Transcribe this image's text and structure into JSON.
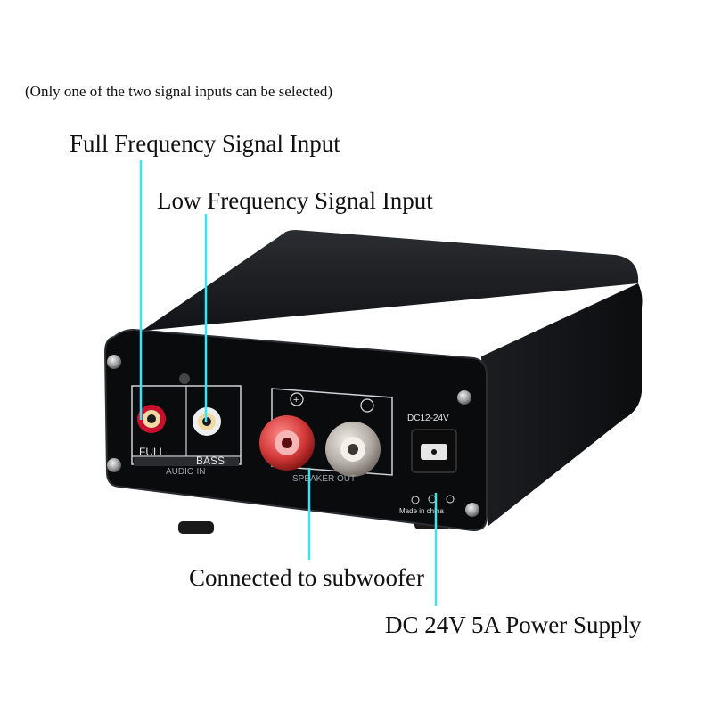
{
  "annotations": {
    "note": "(Only one of the two signal inputs can be selected)",
    "full_input": "Full Frequency Signal Input",
    "low_input": "Low Frequency Signal Input",
    "subwoofer": "Connected to subwoofer",
    "power": "DC 24V 5A Power Supply"
  },
  "panel": {
    "full": "FULL",
    "bass": "BASS",
    "audio_in": "AUDIO IN",
    "plus": "+",
    "minus": "−",
    "speaker_out": "SPEAKER OUT",
    "dc_rating": "DC12-24V",
    "made_in": "Made in china"
  },
  "colors": {
    "leader_line": "#3fe3ef",
    "body": "#17191c",
    "red_jack": "#c8102e",
    "white_jack": "#e8e8e8"
  }
}
